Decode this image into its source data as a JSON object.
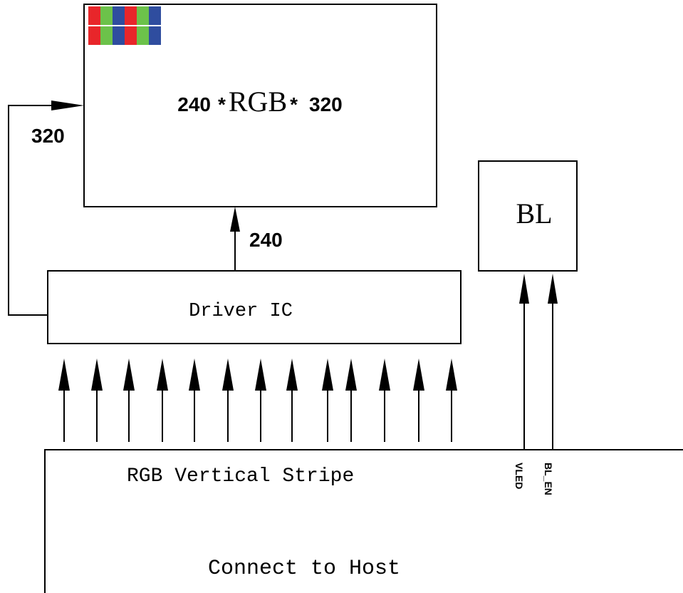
{
  "panel": {
    "label_prefix": "240 *",
    "label_middle": "RGB",
    "label_suffix": "* 320",
    "resolution_width": "240",
    "rgb_text": "RGB",
    "resolution_height": "320"
  },
  "row_arrow_label": "320",
  "column_arrow_label": "240",
  "driver": {
    "label": "Driver IC"
  },
  "backlight": {
    "label": "BL"
  },
  "host": {
    "stripe_label": "RGB Vertical Stripe",
    "label": "Connect to Host",
    "pin_vled": "VLED",
    "pin_bl_en": "BL_EN"
  },
  "colors": {
    "red": "#e8262a",
    "green": "#6cc24a",
    "blue": "#2f4d9f",
    "line": "#000000"
  },
  "stripe_pattern": [
    "red",
    "green",
    "blue",
    "red",
    "green",
    "blue"
  ],
  "bus_arrow_count": 13
}
